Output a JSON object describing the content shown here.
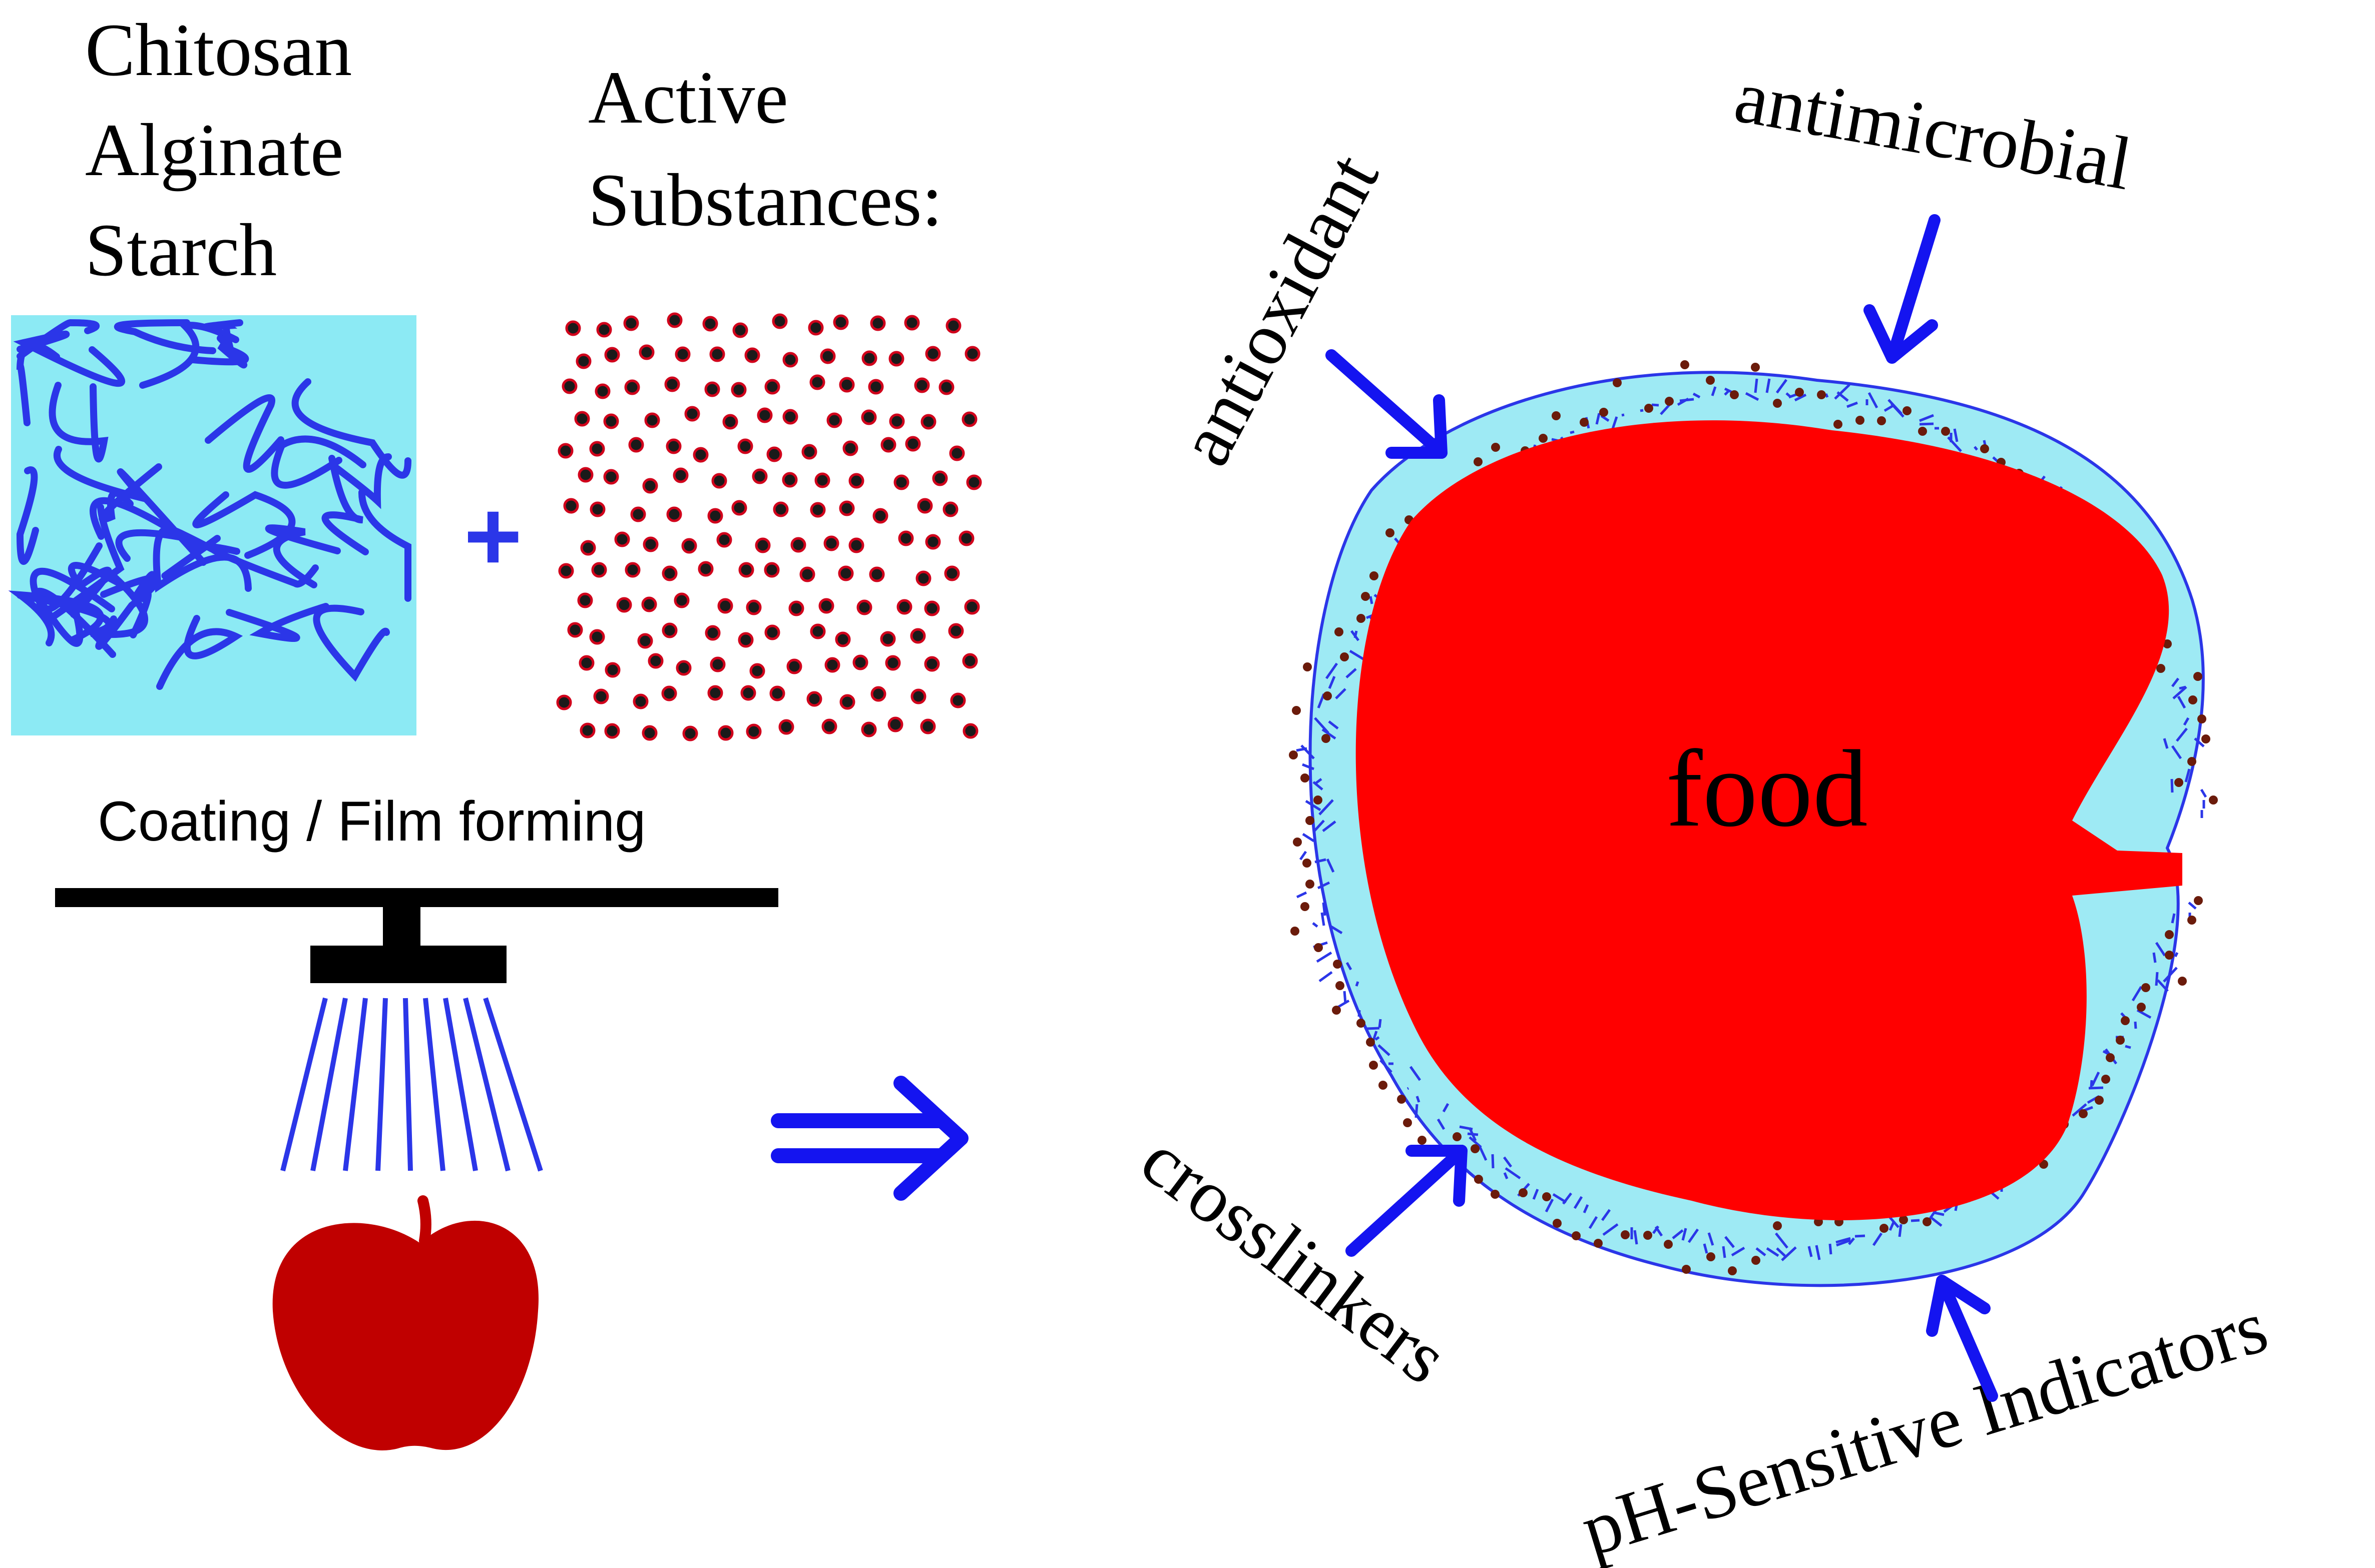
{
  "polymers": {
    "lines": [
      "Chitosan",
      "Alginate",
      "Starch"
    ],
    "fill_color": "#8CEAF4",
    "fiber_color": "#2B36E8"
  },
  "active": {
    "lines": [
      "Active",
      "Substances:"
    ],
    "dot_core_color": "#1a1a1a",
    "dot_ring_color": "#D0021B"
  },
  "plus_symbol": "+",
  "process": {
    "label": "Coating / Film forming",
    "spray_color": "#2B36E8",
    "apple_color": "#C00000"
  },
  "arrow_color": "#1414F0",
  "food": {
    "label": "food",
    "fill_color": "#FF0000",
    "coating_color": "#9EEAF4"
  },
  "callouts": {
    "antioxidant": "antioxidant",
    "antimicrobial": "antimicrobial",
    "crosslinkers": "crosslinkers",
    "ph_indicators": "pH-Sensitive Indicators"
  }
}
